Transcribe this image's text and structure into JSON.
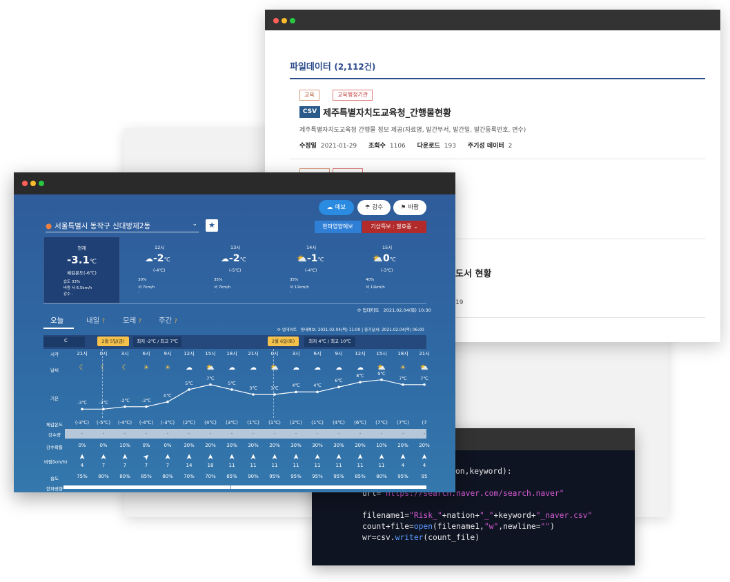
{
  "portal": {
    "title": "파일데이터",
    "count": "(2,112건)",
    "tags": [
      "교육",
      "교육행정기관"
    ],
    "format_badge": "CSV",
    "dataset_title": "제주특별자치도교육청_간행물현황",
    "dataset_desc": "제주특별자치도교육청 간행물 정보 제공(자료명, 발간부서, 발간일, 발간등록번호, 면수)",
    "meta": {
      "modified_label": "수정일",
      "modified_value": "2021-01-29",
      "views_label": "조회수",
      "views_value": "1106",
      "downloads_label": "다운로드",
      "downloads_value": "193",
      "periodic_label": "주기성 데이터",
      "periodic_value": "2"
    },
    "peek_title": "도서 현황",
    "peek_number": "19"
  },
  "code": {
    "lines": [
      "on,keyword):",
      "",
      "url=\"https://search.naver.com/search.naver\"",
      "",
      "filename1=\"Risk_\"+nation+\"_\"+keyword+\"_naver.csv\"",
      "count+file=open(filename1,\"w\",newline=\"\")",
      "wr=csv.writer(count_file)"
    ],
    "colors": {
      "string": "#d45bd4",
      "function": "#5b9bff",
      "text": "#e6e6e6"
    }
  },
  "weather": {
    "tabs_top": [
      {
        "label": "예보",
        "icon": "cloud-sun-icon"
      },
      {
        "label": "강수",
        "icon": "rain-icon"
      },
      {
        "label": "바람",
        "icon": "wind-flag-icon"
      }
    ],
    "location": "서울특별시 동작구 신대방제2동",
    "btn_heatwave": "한파영향예보",
    "btn_alert": "기상특보 : 발효중",
    "now": {
      "label": "현재",
      "temp": "-3.1",
      "unit": "℃",
      "feels": "체감온도(-6℃)",
      "humidity": "습도 33%",
      "wind": "바람 서 6.5km/h",
      "precip": "강수 -"
    },
    "hours": [
      {
        "time": "12시",
        "temp": "-2",
        "feels": "(-4℃)",
        "humidity": "30%",
        "wind": "서 7km/h",
        "precip": "-"
      },
      {
        "time": "13시",
        "temp": "-2",
        "feels": "(-5℃)",
        "humidity": "35%",
        "wind": "서 7km/h",
        "precip": "-"
      },
      {
        "time": "14시",
        "temp": "-1",
        "feels": "(-4℃)",
        "humidity": "35%",
        "wind": "서 11km/h",
        "precip": "-"
      },
      {
        "time": "15시",
        "temp": "0",
        "feels": "(-3℃)",
        "humidity": "40%",
        "wind": "서 11km/h",
        "precip": "-"
      }
    ],
    "update_label": "업데이트",
    "update_time": "2021.02.04(목) 10:30",
    "day_tabs": [
      "오늘",
      "내일",
      "모레",
      "주간"
    ],
    "forecast_update": "업데이트",
    "forecast_times": "동네예보: 2021.02.04(목) 11:00 | 중기날씨: 2021.02.04(목) 06:00",
    "grid": {
      "head_left": "C",
      "day1_badge": "2월 5일(금)",
      "day1_range": "최저 -2℃ / 최고 7℃",
      "day2_badge": "2월 6일(토)",
      "day2_range": "최저 4℃ / 최고 10℃",
      "row_labels": {
        "time": "시각",
        "weather": "날씨",
        "temp": "기온",
        "feels": "체감온도",
        "precip": "강수량",
        "precip_prob": "강수확률",
        "wind": "바람(km/h)",
        "humidity": "습도",
        "cold": "한파영향"
      },
      "times": [
        "21시",
        "0시",
        "3시",
        "6시",
        "9시",
        "12시",
        "15시",
        "18시",
        "21시",
        "0시",
        "3시",
        "6시",
        "9시",
        "12시",
        "15시",
        "18시",
        "21시"
      ],
      "icons": [
        "moon",
        "moon",
        "moon",
        "sun",
        "sun",
        "cloud",
        "sun-cloud",
        "cloud",
        "cloud",
        "sun-cloud",
        "cloud",
        "cloud",
        "cloud",
        "cloud",
        "sun-cloud",
        "sun",
        "sun-cloud"
      ],
      "temps": [
        -3,
        -3,
        -2,
        -2,
        0,
        5,
        7,
        5,
        3,
        3,
        4,
        4,
        6,
        8,
        9,
        7,
        7
      ],
      "temp_labels": [
        "-3℃",
        "-3℃",
        "-2℃",
        "-2℃",
        "0℃",
        "5℃",
        "7℃",
        "5℃",
        "3℃",
        "3℃",
        "4℃",
        "4℃",
        "6℃",
        "8℃",
        "9℃",
        "7℃",
        "7℃"
      ],
      "feels": [
        "(-3℃)",
        "(-5℃)",
        "(-4℃)",
        "(-4℃)",
        "(-3℃)",
        "(2℃)",
        "(4℃)",
        "(3℃)",
        "(1℃)",
        "(1℃)",
        "(2℃)",
        "(1℃)",
        "(4℃)",
        "(6℃)",
        "(7℃)",
        "(7℃)",
        "(7"
      ],
      "precip": "-",
      "precip_prob": [
        "0%",
        "0%",
        "10%",
        "0%",
        "0%",
        "30%",
        "20%",
        "30%",
        "30%",
        "20%",
        "30%",
        "30%",
        "30%",
        "20%",
        "10%",
        "20%",
        "20%"
      ],
      "wind": [
        "4",
        "7",
        "7",
        "7",
        "7",
        "14",
        "18",
        "11",
        "11",
        "11",
        "11",
        "11",
        "11",
        "11",
        "11",
        "4",
        "4"
      ],
      "humidity": [
        "75%",
        "80%",
        "80%",
        "85%",
        "80%",
        "70%",
        "70%",
        "85%",
        "90%",
        "95%",
        "95%",
        "95%",
        "95%",
        "85%",
        "80%",
        "95%",
        "95"
      ]
    }
  }
}
